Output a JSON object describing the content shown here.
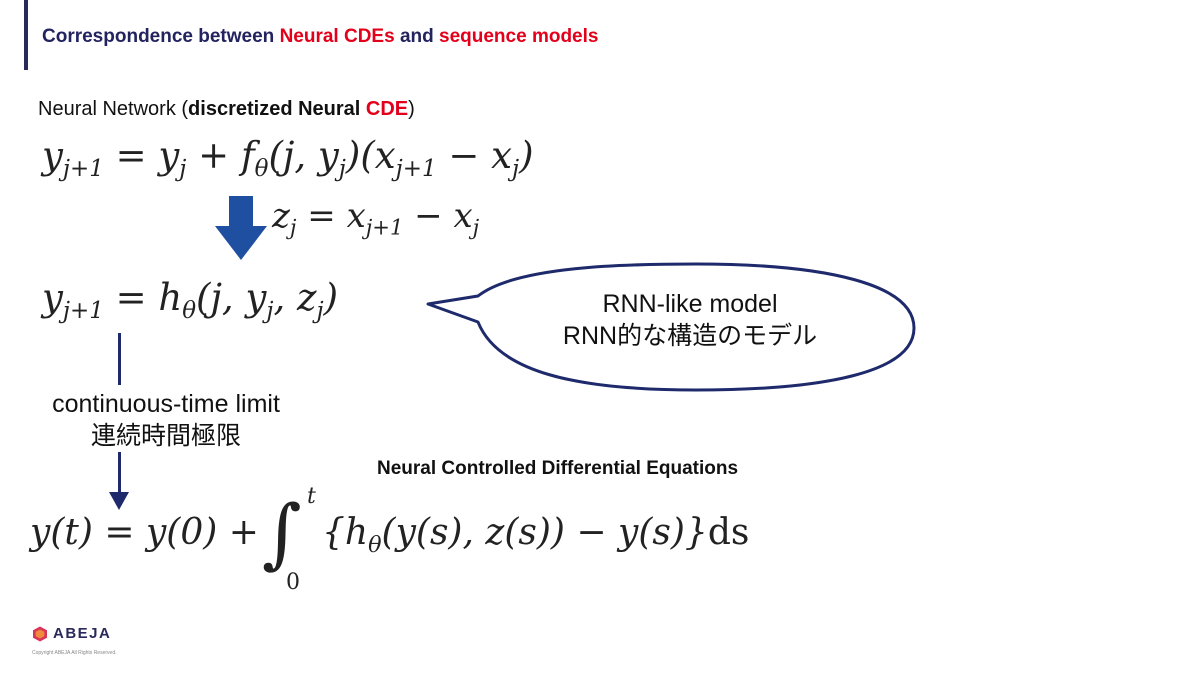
{
  "title": {
    "prefix": "Correspondence between ",
    "em1": "Neural CDEs",
    "mid": " and ",
    "em2": "sequence models"
  },
  "subtitle": {
    "prefix": "Neural Network (",
    "bold": "discretized Neural ",
    "red": "CDE",
    "suffix": ")"
  },
  "eq1": {
    "y": "y",
    "sub_j1": "j+1",
    "eq": " = ",
    "yj": "y",
    "sub_j": "j",
    "plus": " + ",
    "f": "f",
    "sub_theta": "θ",
    "args": "(j, y",
    "args_sub": "j",
    "args_close": ")(x",
    "x_sub1": "j+1",
    "minus": " − x",
    "x_sub2": "j",
    "close": ")"
  },
  "eqz": {
    "z": "z",
    "z_sub": "j",
    "eq": " = x",
    "x_sub1": "j+1",
    "minus": " − x",
    "x_sub2": "j"
  },
  "eq2": {
    "y": "y",
    "sub_j1": "j+1",
    "eq": " = h",
    "sub_theta": "θ",
    "open": "(j, y",
    "yj_sub": "j",
    "comma": ", z",
    "zj_sub": "j",
    "close": ")"
  },
  "bubble": {
    "line1": "RNN-like model",
    "line2": "RNN的な構造のモデル"
  },
  "limit": {
    "line1": "continuous-time limit",
    "line2": "連続時間極限"
  },
  "ncde_label": "Neural Controlled Differential Equations",
  "eq3": {
    "lhs": "y(t) = y(0) + ",
    "upper": "t",
    "lower": "0",
    "body_open": "{h",
    "sub_theta": "θ",
    "body": "(y(s), z(s)) − y(s)}",
    "ds": "ds"
  },
  "logo": {
    "text": "ABEJA",
    "copyright": "Copyright ABEJA All Rights Reserved."
  },
  "colors": {
    "accent_red": "#e3001b",
    "title_navy": "#232360",
    "arrow_blue": "#1f4fa0",
    "bubble_stroke": "#1e2a6b"
  }
}
